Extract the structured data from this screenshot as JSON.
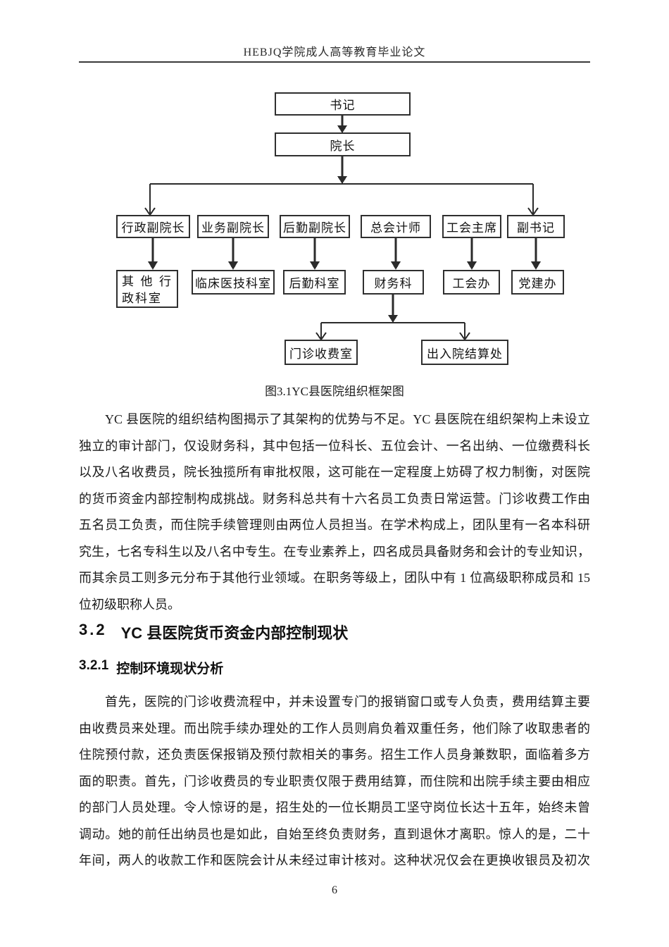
{
  "header": {
    "title": "HEBJQ学院成人高等教育毕业论文"
  },
  "colors": {
    "ink": "#1b1b1b",
    "background": "#ffffff",
    "box_border": "#2f2f2f"
  },
  "org_chart": {
    "boxes": {
      "shuji": "书记",
      "yuanzhang": "院长",
      "xingzheng": "行政副院长",
      "yewu": "业务副院长",
      "houqinfu": "后勤副院长",
      "zonghuiji": "总会计师",
      "ghzhuxi": "工会主席",
      "fushuji": "副书记",
      "qita": "其他行政科室",
      "linchuang": "临床医技科室",
      "houqinks": "后勤科室",
      "caiwuke": "财务科",
      "gonghuiban": "工会办",
      "dangjian": "党建办",
      "menzhen": "门诊收费室",
      "churuyuan": "出入院结算处"
    },
    "edges": [
      [
        "书记",
        "院长"
      ],
      [
        "院长",
        "行政副院长"
      ],
      [
        "院长",
        "副书记"
      ],
      [
        "行政副院长",
        "其他行政科室"
      ],
      [
        "业务副院长",
        "临床医技科室"
      ],
      [
        "后勤副院长",
        "后勤科室"
      ],
      [
        "总会计师",
        "财务科"
      ],
      [
        "工会主席",
        "工会办"
      ],
      [
        "副书记",
        "党建办"
      ],
      [
        "财务科",
        "门诊收费室"
      ],
      [
        "财务科",
        "出入院结算处"
      ]
    ]
  },
  "figure": {
    "caption": "图3.1YC县医院组织框架图"
  },
  "paragraphs": [
    {
      "lines": [
        "YC 县医院的组织结构图揭示了其架构的优势与不足。YC 县医院在组织架构上未设立",
        "独立的审计部门，仅设财务科，其中包括一位科长、五位会计、一名出纳、一位缴费科长",
        "以及八名收费员，院长独揽所有审批权限，这可能在一定程度上妨碍了权力制衡，对医院",
        "的货币资金内部控制构成挑战。财务科总共有十六名员工负责日常运营。门诊收费工作由",
        "五名员工负责，而住院手续管理则由两位人员担当。在学术构成上，团队里有一名本科研",
        "究生，七名专科生以及八名中专生。在专业素养上，四名成员具备财务和会计的专业知识，",
        "而其余员工则多元分布于其他行业领域。在职务等级上，团队中有 1 位高级职称成员和 15",
        "位初级职称人员。"
      ]
    },
    {
      "lines": [
        "首先，医院的门诊收费流程中，并未设置专门的报销窗口或专人负责，费用结算主要",
        "由收费员来处理。而出院手续办理处的工作人员则肩负着双重任务，他们除了收取患者的",
        "住院预付款，还负责医保报销及预付款相关的事务。招生工作人员身兼数职，面临着多方",
        "面的职责。首先，门诊收费员的专业职责仅限于费用结算，而住院和出院手续主要由相应",
        "的部门人员处理。令人惊讶的是，招生处的一位长期员工坚守岗位长达十五年，始终未曾",
        "调动。她的前任出纳员也是如此，自始至终负责财务，直到退休才离职。惊人的是，二十",
        "年间，两人的收款工作和医院会计从未经过审计核对。这种状况仅会在更换收银员及初次"
      ]
    }
  ],
  "section": {
    "number": "3.2",
    "title": "YC 县医院货币资金内部控制现状"
  },
  "subsection": {
    "number": "3.2.1",
    "title": "控制环境现状分析"
  },
  "footer": {
    "page_number": "6"
  }
}
